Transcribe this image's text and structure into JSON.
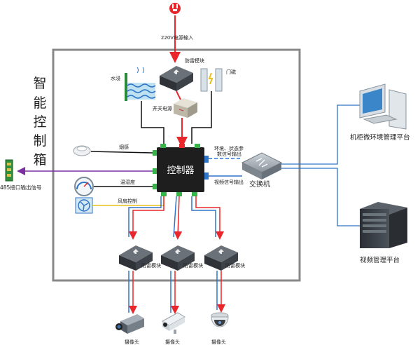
{
  "power": {
    "label": "220V电源输入"
  },
  "cabinet": {
    "title_chars": [
      "智",
      "能",
      "控",
      "制",
      "箱"
    ]
  },
  "controller": {
    "label": "控制器"
  },
  "protect_module_top": {
    "label": "防雷模块"
  },
  "switching_power": {
    "label": "开关电源"
  },
  "water_sensor": {
    "label": "水浸"
  },
  "door_sensor": {
    "label": "门磁"
  },
  "smoke_sensor": {
    "label": "烟感"
  },
  "temp_humidity": {
    "label": "温湿度"
  },
  "fan_control": {
    "label": "风扇控制"
  },
  "rs485": {
    "label": "485接口输出信号"
  },
  "env_output": {
    "label_line1": "环境、状态参",
    "label_line2": "数信号输出"
  },
  "video_output": {
    "label": "视频信号输出"
  },
  "switch": {
    "label": "交换机"
  },
  "platform_env": {
    "label": "机柜微环境管理平台"
  },
  "platform_video": {
    "label": "视频管理平台"
  },
  "protect_modules_bottom": [
    {
      "label": "防雷模块"
    },
    {
      "label": "防雷模块"
    },
    {
      "label": "防雷模块"
    }
  ],
  "cameras": [
    {
      "label": "摄像头"
    },
    {
      "label": "摄像头"
    },
    {
      "label": "摄像头"
    }
  ],
  "colors": {
    "power_red": "#e8262b",
    "signal_blue": "#2e74c8",
    "env_purple": "#7b2fa0",
    "fan_yellow": "#e8c21a",
    "wire_black": "#111111",
    "port_green": "#37b34a"
  }
}
